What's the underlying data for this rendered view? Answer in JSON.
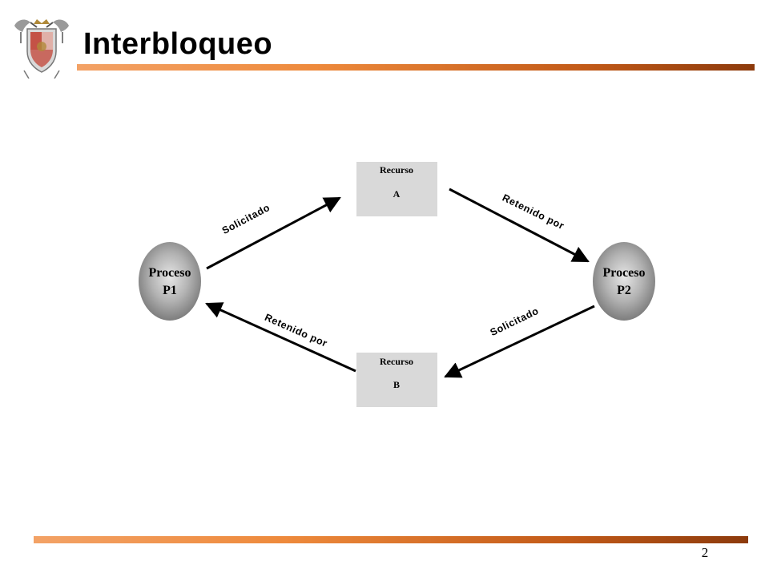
{
  "header": {
    "title": "Interbloqueo"
  },
  "footer": {
    "page_number": "2"
  },
  "logo": {
    "icon": "university-crest-icon",
    "colors": {
      "shield": "#c0392b",
      "stork": "#8a8a8a"
    }
  },
  "diagram": {
    "process_1": {
      "line1": "Proceso",
      "line2": "P1"
    },
    "process_2": {
      "line1": "Proceso",
      "line2": "P2"
    },
    "resource_a": {
      "line1": "Recurso",
      "line2": "A"
    },
    "resource_b": {
      "line1": "Recurso",
      "line2": "B"
    },
    "edges": {
      "p1_to_a": "Solicitado",
      "a_to_p2": "Retenido por",
      "p2_to_b": "Solicitado",
      "b_to_p1": "Retenido por"
    }
  },
  "colors": {
    "accent": "#ee8a3c",
    "accent_dark": "#8c3a0c",
    "resource_fill": "#d9d9d9",
    "process_fill": "#9a9a9a"
  }
}
